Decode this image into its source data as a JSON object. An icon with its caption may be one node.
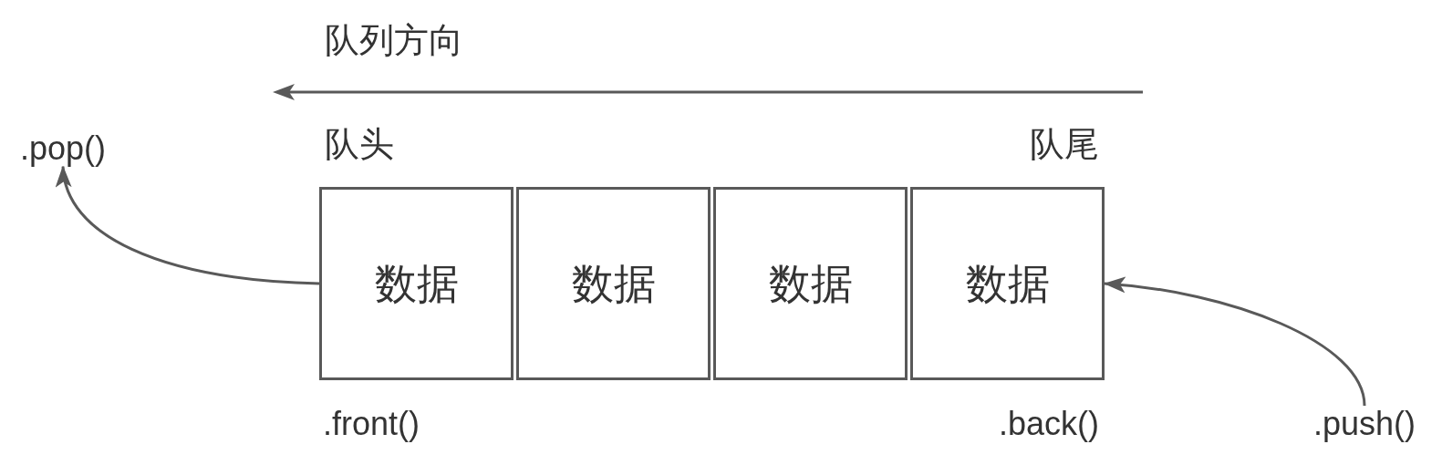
{
  "diagram": {
    "nodes": [
      {
        "text": [
          ".pop()"
        ]
      },
      {
        "text": [
          "数据"
        ],
        "beside": [
          "队头",
          ".front()"
        ]
      },
      {
        "text": [
          "数据"
        ]
      },
      {
        "text": [
          "数据"
        ]
      },
      {
        "text": [
          "数据"
        ],
        "beside": [
          "队尾",
          ".back()"
        ]
      },
      {
        "text": [
          ".push()"
        ]
      }
    ],
    "edges": [
      {
        "from": 1,
        "to": 0,
        "arrow": "to"
      },
      {
        "from": 5,
        "to": 4,
        "arrow": "to"
      }
    ],
    "labels": [
      "队列方向"
    ]
  }
}
